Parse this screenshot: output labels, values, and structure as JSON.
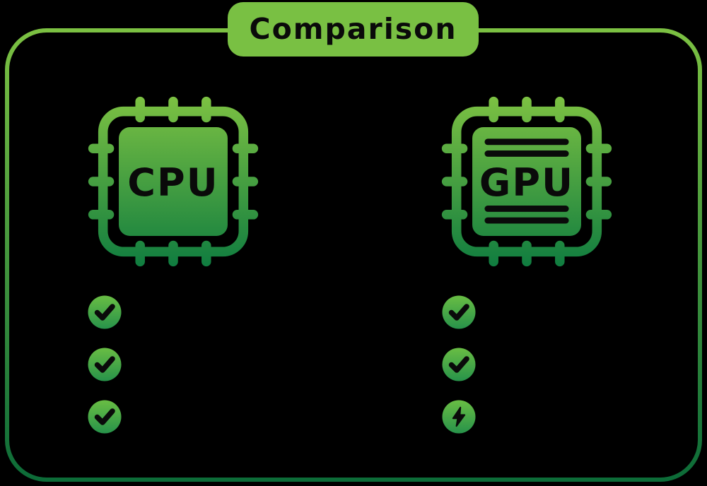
{
  "title": {
    "label": "Comparison"
  },
  "columns": {
    "cpu": {
      "chip_label": "CPU",
      "features": [
        "check",
        "check",
        "check"
      ]
    },
    "gpu": {
      "chip_label": "GPU",
      "features": [
        "check",
        "check",
        "bolt"
      ]
    }
  },
  "colors": {
    "background": "#000000",
    "green_light": "#7CC142",
    "green_dark": "#107D40",
    "frame_dark": "#0C6B38",
    "circle_green_light": "#67BC44",
    "circle_green_dark": "#28934A",
    "ink": "#0A0A0A"
  }
}
